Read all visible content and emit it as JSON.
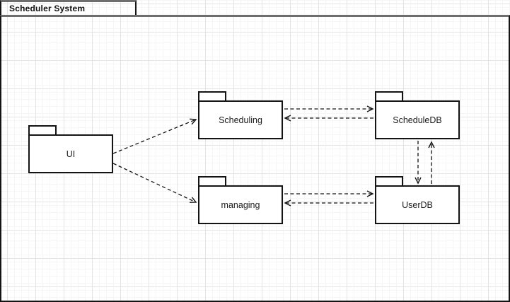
{
  "frame": {
    "title": "Scheduler System",
    "kind": "uml-package-diagram-frame"
  },
  "diagram": {
    "packages": [
      {
        "id": "ui",
        "label": "UI"
      },
      {
        "id": "scheduling",
        "label": "Scheduling"
      },
      {
        "id": "scheduledb",
        "label": "ScheduleDB"
      },
      {
        "id": "managing",
        "label": "managing"
      },
      {
        "id": "userdb",
        "label": "UserDB"
      }
    ],
    "connections": [
      {
        "from": "UI",
        "to": "Scheduling",
        "style": "dashed-open-arrow"
      },
      {
        "from": "UI",
        "to": "managing",
        "style": "dashed-open-arrow"
      },
      {
        "from": "Scheduling",
        "to": "ScheduleDB",
        "style": "dashed-open-arrow"
      },
      {
        "from": "ScheduleDB",
        "to": "Scheduling",
        "style": "dashed-open-arrow"
      },
      {
        "from": "managing",
        "to": "UserDB",
        "style": "dashed-open-arrow"
      },
      {
        "from": "UserDB",
        "to": "managing",
        "style": "dashed-open-arrow"
      },
      {
        "from": "ScheduleDB",
        "to": "UserDB",
        "style": "dashed-open-arrow"
      },
      {
        "from": "UserDB",
        "to": "ScheduleDB",
        "style": "dashed-open-arrow"
      }
    ],
    "colors": {
      "stroke": "#141414",
      "frame_top": "#6e6e6e",
      "background": "#ffffff",
      "grid_major": "#e4e4e4",
      "grid_minor": "#f6f6f6"
    }
  }
}
